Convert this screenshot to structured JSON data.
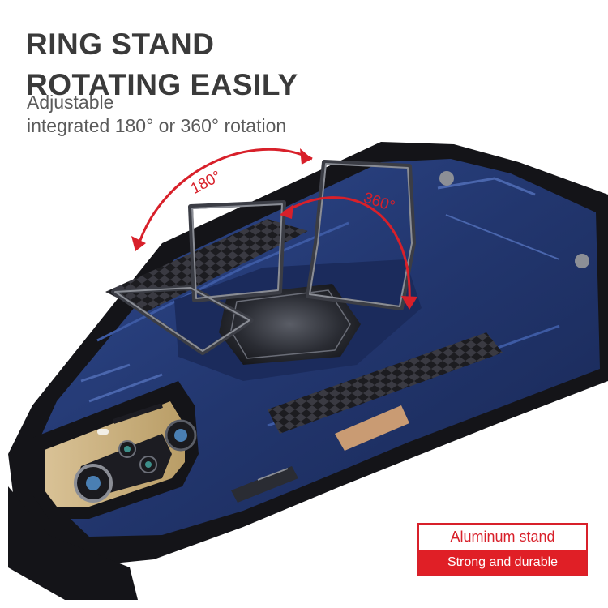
{
  "headline": {
    "line1": "RING STAND",
    "line2": "ROTATING EASILY"
  },
  "subtitle": {
    "line1": "Adjustable",
    "line2": "integrated 180° or 360° rotation"
  },
  "rotation_labels": {
    "deg180": "180°",
    "deg360": "360°"
  },
  "badge": {
    "top": "Aluminum stand",
    "bottom": "Strong and durable"
  },
  "colors": {
    "accent_red": "#e01f26",
    "case_blue": "#23376e",
    "headline_gray": "#3a3a3a"
  }
}
